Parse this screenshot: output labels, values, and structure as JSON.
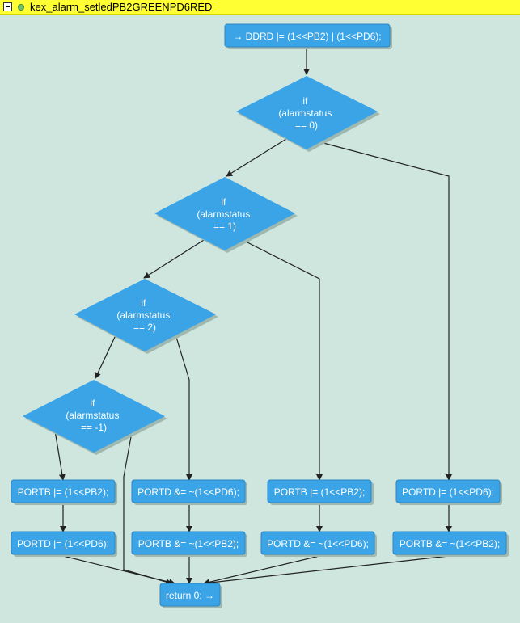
{
  "title": "kex_alarm_setledPB2GREENPD6RED",
  "nodes": {
    "start": "→ DDRD |= (1<<PB2) | (1<<PD6);",
    "cond0": [
      "if",
      "(alarmstatus",
      "== 0)"
    ],
    "cond1": [
      "if",
      "(alarmstatus",
      "== 1)"
    ],
    "cond2": [
      "if",
      "(alarmstatus",
      "== 2)"
    ],
    "condm1": [
      "if",
      "(alarmstatus",
      "== -1)"
    ],
    "a1": "PORTB |= (1<<PB2);",
    "a2": "PORTD |= (1<<PD6);",
    "b1": "PORTD &= ~(1<<PD6);",
    "b2": "PORTB &= ~(1<<PB2);",
    "c1": "PORTB |= (1<<PB2);",
    "c2": "PORTD &= ~(1<<PD6);",
    "d1": "PORTD |= (1<<PD6);",
    "d2": "PORTB &= ~(1<<PB2);",
    "ret": "return 0; →"
  },
  "colors": {
    "background": "#cfe6df",
    "titlebar": "#ffff33",
    "node": "#3aa4e6",
    "edge": "#222222"
  }
}
